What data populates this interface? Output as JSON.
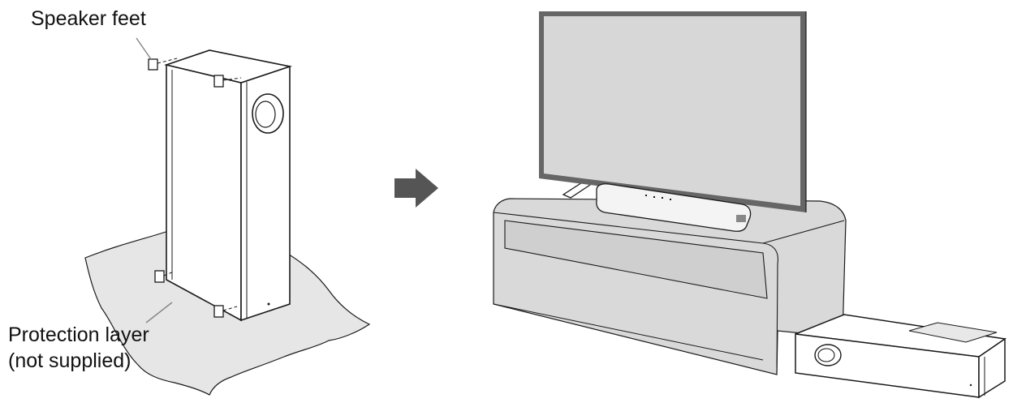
{
  "labels": {
    "speaker_feet": "Speaker feet",
    "protection_layer": "Protection layer",
    "not_supplied": "(not supplied)"
  },
  "colors": {
    "line": "#1a1a1a",
    "sheet_fill": "#e6e6e6",
    "furniture_fill": "#d9d9d9",
    "tv_screen": "#d7d7d7",
    "tv_frame": "#666666",
    "arrow": "#555555",
    "soundbar_fill": "#f4f4f4"
  },
  "icons": {
    "arrow": "right-arrow-icon"
  }
}
